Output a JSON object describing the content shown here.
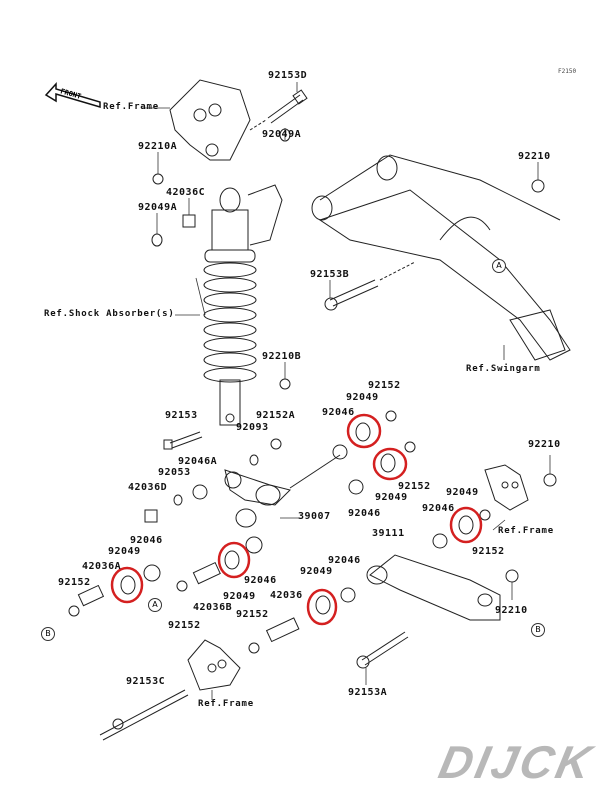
{
  "diagram": {
    "code": "F2150",
    "front_label": "FRONT",
    "watermark": "DIJCK",
    "highlight_color": "#d42020",
    "ref_labels": {
      "frame_top": "Ref.Frame",
      "shock": "Ref.Shock Absorber(s)",
      "swingarm": "Ref.Swingarm",
      "frame_right": "Ref.Frame",
      "frame_bottom": "Ref.Frame"
    },
    "callouts": {
      "A1": "A",
      "A2": "A",
      "B1": "B",
      "B2": "B"
    },
    "parts": {
      "p92153D": "92153D",
      "p92049A_top": "92049A",
      "p92210A": "92210A",
      "p42036C": "42036C",
      "p92049A_left": "92049A",
      "p92210_top": "92210",
      "p92153B": "92153B",
      "p92210B": "92210B",
      "p92153": "92153",
      "p92152A": "92152A",
      "p92093": "92093",
      "p92046A": "92046A",
      "p92053": "92053",
      "p42036D": "42036D",
      "p39007": "39007",
      "p92046_left": "92046",
      "p92049_left": "92049",
      "p42036A": "42036A",
      "p92152_left": "92152",
      "p92046_mid": "92046",
      "p92049_mid": "92049",
      "p42036B": "42036B",
      "p92152_midlow": "92152",
      "p92152_mid2": "92152",
      "p42036": "42036",
      "p92049_lower": "92049",
      "p92046_lower": "92046",
      "p92152_upper": "92152",
      "p92049_upper": "92049",
      "p92046_upper": "92046",
      "p92152_upper2": "92152",
      "p92049_upper2": "92049",
      "p92046_upper2": "92046",
      "p39111": "39111",
      "p92046_right": "92046",
      "p92049_right": "92049",
      "p92152_right": "92152",
      "p92210_right": "92210",
      "p92210_lower": "92210",
      "p92153A": "92153A",
      "p92153C": "92153C"
    }
  }
}
